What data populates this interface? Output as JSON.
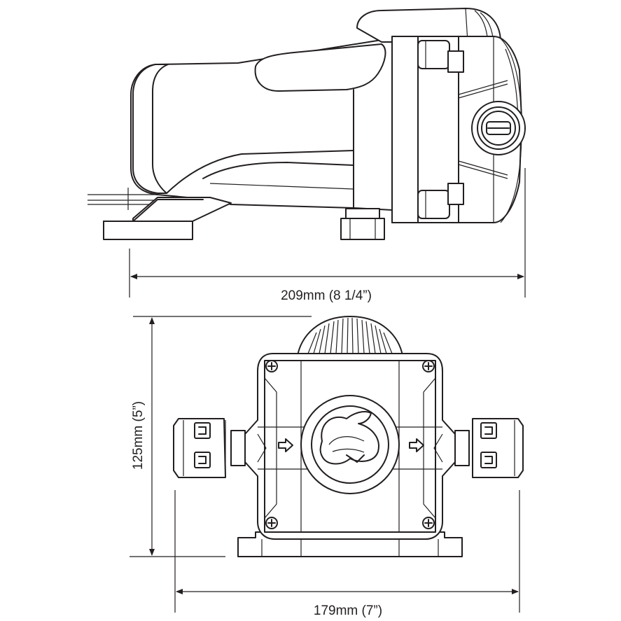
{
  "dimensions": {
    "length": "209mm (8 1/4”)",
    "height": "125mm (5”)",
    "width": "179mm (7”)"
  }
}
